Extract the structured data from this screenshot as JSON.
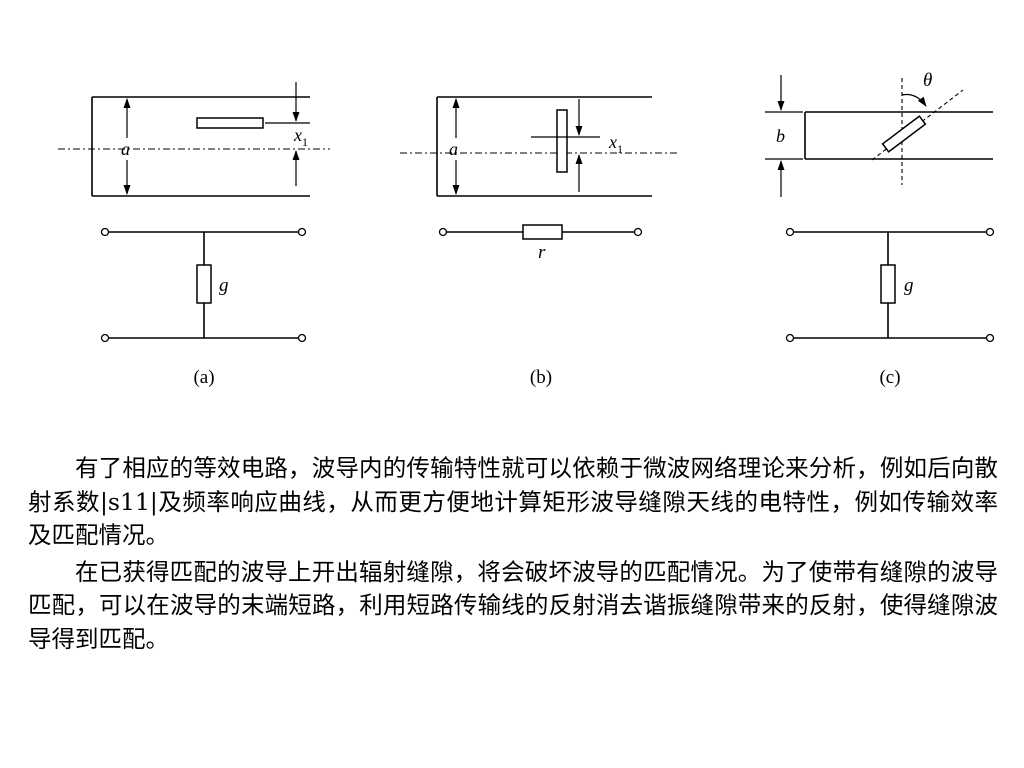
{
  "figure": {
    "panel_a": {
      "label_width": "a",
      "label_offset": "x",
      "label_offset_sub": "1",
      "label_element": "g",
      "caption": "(a)"
    },
    "panel_b": {
      "label_width": "a",
      "label_offset": "x",
      "label_offset_sub": "1",
      "label_element": "r",
      "caption": "(b)"
    },
    "panel_c": {
      "label_height": "b",
      "label_angle": "θ",
      "label_element": "g",
      "caption": "(c)"
    }
  },
  "text": {
    "paragraph_1": "有了相应的等效电路，波导内的传输特性就可以依赖于微波网络理论来分析，例如后向散射系数|s11|及频率响应曲线，从而更方便地计算矩形波导缝隙天线的电特性，例如传输效率及匹配情况。",
    "paragraph_2": "在已获得匹配的波导上开出辐射缝隙，将会破坏波导的匹配情况。为了使带有缝隙的波导匹配，可以在波导的末端短路，利用短路传输线的反射消去谐振缝隙带来的反射，使得缝隙波导得到匹配。"
  }
}
